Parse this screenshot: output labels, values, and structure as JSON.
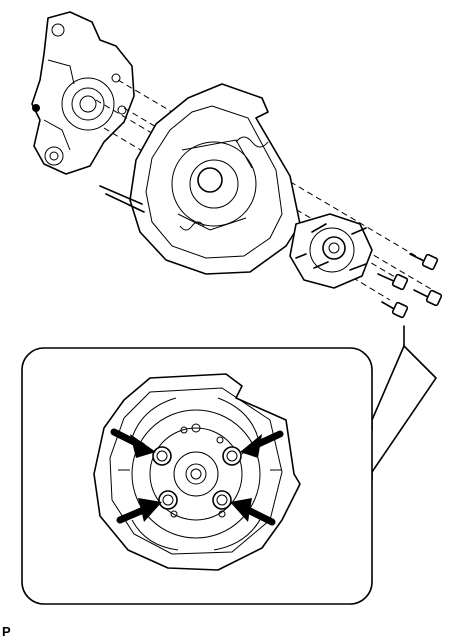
{
  "figure": {
    "code": "P"
  },
  "parts": {
    "knuckle": "steering-knuckle",
    "backing_plate": "brake-backing-plate",
    "hub": "axle-hub-bearing",
    "bolts_count": 4
  },
  "detail": {
    "arrows_count": 4,
    "callout": "bolt-locations"
  }
}
